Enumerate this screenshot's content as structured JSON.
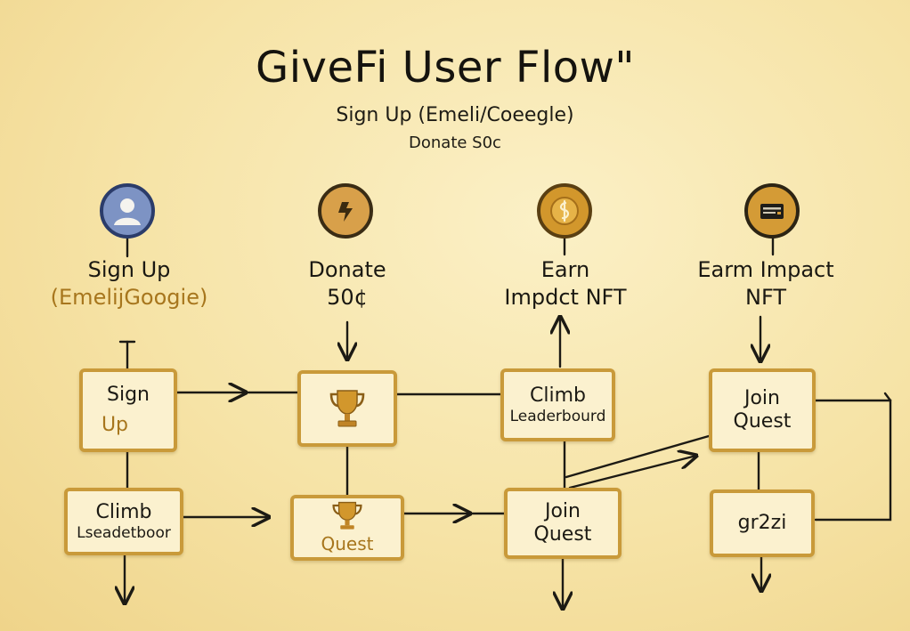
{
  "title": "GiveFi User Flow\"",
  "subtitle_1": "Sign Up (Emeli/Coeegle)",
  "subtitle_2": "Donate S0c",
  "colors": {
    "node_border": "#c99a3a",
    "node_fill": "#fbf1cf",
    "accent_gold": "#a7761d",
    "user_icon_fill": "#7d93c4",
    "coin_fill": "#d2972c"
  },
  "columns": [
    {
      "icon": "user-icon",
      "label_line1": "Sign Up",
      "label_line2": "(EmelijGoogie)"
    },
    {
      "icon": "donate-coin-icon",
      "label_line1": "Donate",
      "label_line2": "50¢"
    },
    {
      "icon": "nft-coin-icon",
      "label_line1": "Earn",
      "label_line2": "Impdct NFT"
    },
    {
      "icon": "wallet-card-icon",
      "label_line1": "Earm Impact",
      "label_line2": "NFT"
    }
  ],
  "nodes": {
    "sign_up": {
      "line1": "Sign",
      "line2": "Up"
    },
    "trophy": {
      "icon": "trophy-icon"
    },
    "climb_top": {
      "line1": "Climb",
      "line2": "Leaderbourd"
    },
    "join_top": {
      "line1": "Join",
      "line2": "Quest"
    },
    "climb_bottom": {
      "line1": "Climb",
      "line2": "Lseadetboor"
    },
    "quest": {
      "icon": "trophy-icon",
      "label": "Quest"
    },
    "join_bottom": {
      "line1": "Join",
      "line2": "Quest"
    },
    "gr2zi": {
      "label": "gr2zi"
    }
  }
}
